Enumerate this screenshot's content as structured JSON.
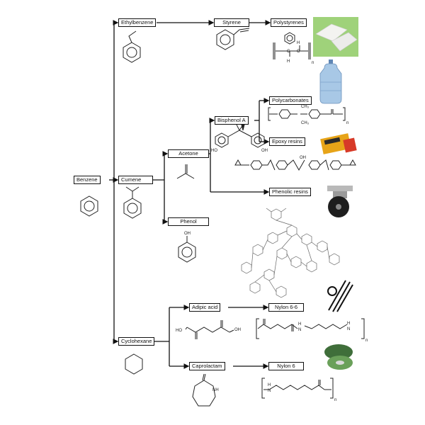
{
  "nodes": {
    "benzene": "Benzene",
    "ethylbenzene": "Ethylbenzene",
    "styrene": "Styrene",
    "polystyrenes": "Polystyrenes",
    "cumene": "Cumene",
    "acetone": "Acetone",
    "bisphenol_a": "Bisphenol A",
    "polycarbonates": "Polycarbonates",
    "epoxy_resins": "Epoxy resins",
    "phenolic_resins": "Phenolic resins",
    "phenol": "Phenol",
    "cyclohexane": "Cyclohexane",
    "adipic_acid": "Adipic acid",
    "nylon_66": "Nylon 6-6",
    "caprolactam": "Caprolactam",
    "nylon_6": "Nylon 6"
  },
  "molecule_labels": {
    "phenol_oh": "OH",
    "adipic_ho": "HO",
    "adipic_oh": "OH",
    "caprolactam_nh": "NH",
    "bisphenol_ho": "HO",
    "bisphenol_oh": "OH",
    "nylon66_h": "H",
    "nylon66_n": "N",
    "nylon6_h": "H",
    "nylon6_n": "N",
    "epoxy_oh": "OH",
    "repeat_n": "n",
    "ch3": "CH₃",
    "ps_c": "C",
    "ps_h": "H"
  }
}
